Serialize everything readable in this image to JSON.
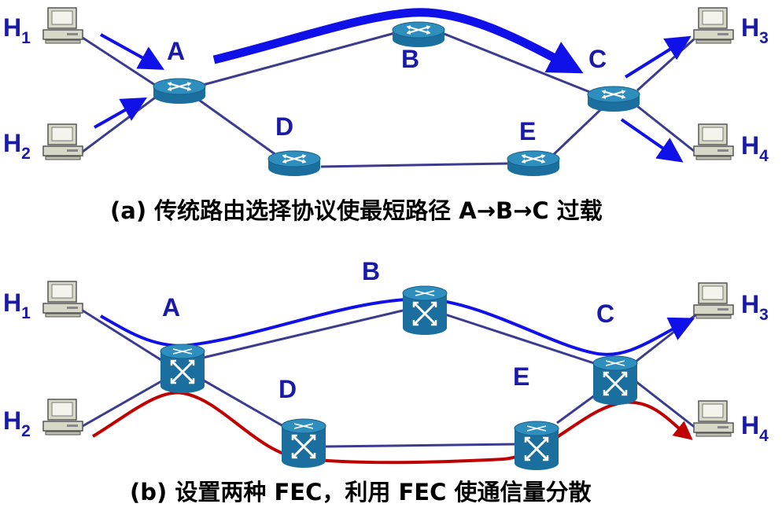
{
  "colors": {
    "link": "#3b3b8f",
    "blue_flow": "#1010e8",
    "red_flow": "#c00000",
    "label": "#1a1aa8",
    "caption": "#000000",
    "router_top": "#2e8fbf",
    "router_side": "#1b6f9e",
    "host_body": "#d8d8c8"
  },
  "diagram_a": {
    "hosts": {
      "h1": {
        "letter": "H",
        "sub": "1"
      },
      "h2": {
        "letter": "H",
        "sub": "2"
      },
      "h3": {
        "letter": "H",
        "sub": "3"
      },
      "h4": {
        "letter": "H",
        "sub": "4"
      }
    },
    "routers": {
      "a": "A",
      "b": "B",
      "c": "C",
      "d": "D",
      "e": "E"
    },
    "caption": "(a) 传统路由选择协议使最短路径 A→B→C 过载"
  },
  "diagram_b": {
    "hosts": {
      "h1": {
        "letter": "H",
        "sub": "1"
      },
      "h2": {
        "letter": "H",
        "sub": "2"
      },
      "h3": {
        "letter": "H",
        "sub": "3"
      },
      "h4": {
        "letter": "H",
        "sub": "4"
      }
    },
    "switches": {
      "a": "A",
      "b": "B",
      "c": "C",
      "d": "D",
      "e": "E"
    },
    "caption": "(b) 设置两种 FEC，利用 FEC 使通信量分散"
  }
}
